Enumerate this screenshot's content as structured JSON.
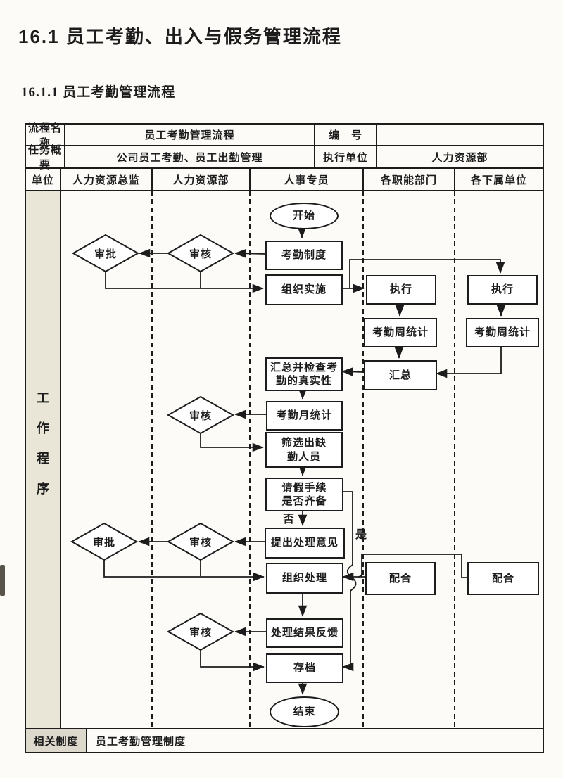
{
  "page": {
    "title": "16.1 员工考勤、出入与假务管理流程",
    "subtitle": "16.1.1 员工考勤管理流程"
  },
  "colors": {
    "ink": "#1c1c1c",
    "band_bg": "#e9e6d7",
    "footer_label_bg": "#dcd8cb",
    "paper": "#fcfbf8",
    "node_bg": "#ffffff"
  },
  "info_table": {
    "rows": [
      {
        "label": "流程名称",
        "value": "员工考勤管理流程",
        "label2": "编　号",
        "value2": ""
      },
      {
        "label": "任务概要",
        "value": "公司员工考勤、员工出勤管理",
        "label2": "执行单位",
        "value2": "人力资源部"
      }
    ]
  },
  "columns": {
    "unit_label": "单位",
    "headers": [
      "人力资源总监",
      "人力资源部",
      "人事专员",
      "各职能部门",
      "各下属单位"
    ]
  },
  "work_band": {
    "label": "工作程序",
    "chars": [
      "工",
      "作",
      "程",
      "序"
    ]
  },
  "flow": {
    "nodes": {
      "start": "开始",
      "attendance_policy": "考勤制度",
      "approve1": "审批",
      "review1": "审核",
      "organize_impl": "组织实施",
      "execute1": "执行",
      "execute2": "执行",
      "weekly_stats1": "考勤周统计",
      "weekly_stats2": "考勤周统计",
      "summarize": "汇总",
      "summarize_check": "汇总并检查考\n勤的真实性",
      "monthly_stats": "考勤月统计",
      "review2": "审核",
      "filter_absent": "筛选出缺\n勤人员",
      "leave_complete": "请假手续\n是否齐备",
      "propose": "提出处理意见",
      "review3": "审核",
      "approve2": "审批",
      "organize_handle": "组织处理",
      "cooperate1": "配合",
      "cooperate2": "配合",
      "feedback": "处理结果反馈",
      "review4": "审核",
      "archive": "存档",
      "end": "结束"
    },
    "branch_labels": {
      "no": "否",
      "yes": "是"
    }
  },
  "footer": {
    "label": "相关制度",
    "value": "员工考勤管理制度"
  }
}
